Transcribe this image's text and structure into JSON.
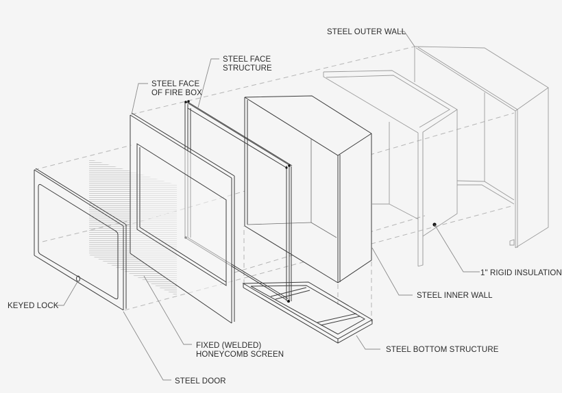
{
  "diagram": {
    "type": "exploded isometric assembly",
    "background": "#f5f5f5",
    "line_color": "#3a3a3a",
    "screen_hatch_color": "#bdbdbd",
    "labels": {
      "steel_outer_wall": "STEEL OUTER WALL",
      "steel_face_structure_1": "STEEL FACE",
      "steel_face_structure_2": "STRUCTURE",
      "steel_face_fire_box_1": "STEEL FACE",
      "steel_face_fire_box_2": "OF FIRE BOX",
      "keyed_lock": "KEYED LOCK",
      "rigid_insulation": "1\" RIGID INSULATION",
      "steel_inner_wall": "STEEL INNER WALL",
      "steel_bottom_structure": "STEEL BOTTOM STRUCTURE",
      "honeycomb_screen_1": "FIXED (WELDED)",
      "honeycomb_screen_2": "HONEYCOMB SCREEN",
      "steel_door": "STEEL DOOR"
    },
    "components": [
      "steel-door",
      "honeycomb-screen",
      "steel-face-of-fire-box",
      "steel-face-structure",
      "steel-inner-wall",
      "steel-bottom-structure",
      "rigid-insulation",
      "steel-outer-wall"
    ]
  }
}
